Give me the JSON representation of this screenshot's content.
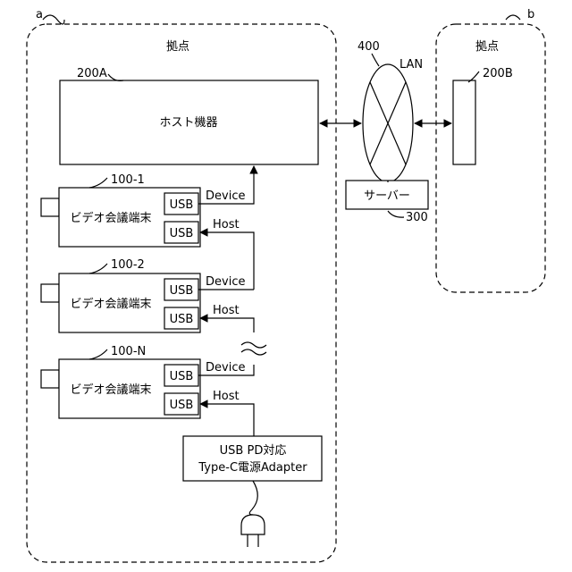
{
  "site_a": {
    "ref": "a",
    "title": "拠点"
  },
  "site_b": {
    "ref": "b",
    "title": "拠点"
  },
  "host_device": {
    "ref": "200A",
    "label": "ホスト機器"
  },
  "remote_device": {
    "ref": "200B"
  },
  "network": {
    "ref": "400",
    "label": "LAN"
  },
  "server": {
    "ref": "300",
    "label": "サーバー"
  },
  "terminals": [
    {
      "ref": "100-1",
      "label": "ビデオ会議端末",
      "usb_top": "USB",
      "usb_bottom": "USB",
      "device_label": "Device",
      "host_label": "Host"
    },
    {
      "ref": "100-2",
      "label": "ビデオ会議端末",
      "usb_top": "USB",
      "usb_bottom": "USB",
      "device_label": "Device",
      "host_label": "Host"
    },
    {
      "ref": "100-N",
      "label": "ビデオ会議端末",
      "usb_top": "USB",
      "usb_bottom": "USB",
      "device_label": "Device",
      "host_label": "Host"
    }
  ],
  "adapter": {
    "line1": "USB PD対応",
    "line2": "Type-C電源Adapter"
  }
}
